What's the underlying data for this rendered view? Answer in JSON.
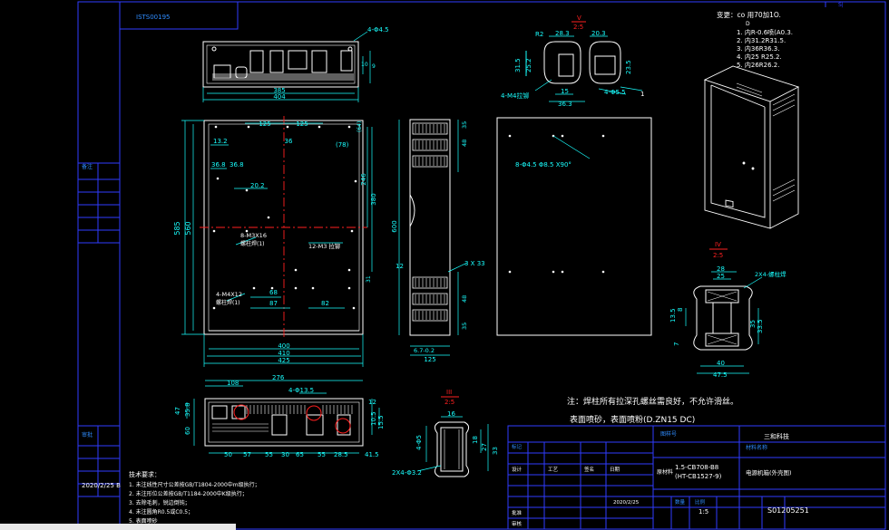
{
  "drawing": {
    "corner_code": "ISTS00195",
    "top_right_mark": "S|",
    "title_block": {
      "company": "三和科技",
      "drawing_no_label": "图样号",
      "material_label": "材料名称",
      "material_lines": [
        "1.5-CB708-B8",
        "(HT-CB1527-9)"
      ],
      "material_caption": "原材料",
      "part_name": "电源机箱(外壳图)",
      "mark_label": "标记",
      "process_label": "工艺",
      "designer_label": "设计",
      "signature_label": "签名",
      "date_label": "日期",
      "date": "2020/2/25",
      "quantity_label": "数量",
      "scale_label": "比例",
      "scale": "1:5",
      "part_number": "S01205251",
      "approval_label": "批准",
      "audit_label": "审核"
    },
    "left_column": {
      "label_remarks": "备注",
      "label_approved": "审批",
      "date_stamp": "2020/2/25 B"
    },
    "tech_requirements": {
      "title": "技术要求：",
      "items": [
        "1. 未注线性尺寸公差按GB/T1804-2000中m级执行；",
        "2. 未注形位公差按GB/T1184-2000中K级执行；",
        "3. 去除毛刺，锐边倒钝；",
        "4. 未注圆角R0.5或C0.5；",
        "5. 表面喷砂"
      ]
    },
    "notes": {
      "line1": "注：焊柱所有拉深孔螺丝需良好，不允许滑丝。",
      "line2": "表面喷砂，表面喷粉(D.ZN15 DC)"
    },
    "spec_list": {
      "header": "变更：co   用70加1O.",
      "sub": "D",
      "items": [
        "1. 内R-0.6喷(A0.3.",
        "2. 内31.2R31.5.",
        "3. 内36R36.3.",
        "4. 内25 R25.2.",
        "5. 内26R26.2."
      ]
    },
    "views": {
      "top_view": {
        "width_385": "385",
        "width_404": "404",
        "hole_note": "4-Φ4.5",
        "h_a": "10",
        "h_b": "9"
      },
      "front_view": {
        "overall_h": "585",
        "inner_h": "560",
        "d_380": "380",
        "d_246": "246",
        "w_400": "400",
        "w_410": "410",
        "w_425": "425",
        "top_dims": [
          "125",
          "125"
        ],
        "d_36": "36",
        "d_13_2": "13.2",
        "d_36_8a": "36.8",
        "d_36_8b": "36.8",
        "d_20_2": "20.2",
        "d_78": "(78)",
        "d_64": "(64)",
        "d_68": "68",
        "d_87": "87",
        "d_82": "82",
        "d_31": "31",
        "note_left": "8-M3X16",
        "note_left_sub": "螺柱焊(1)",
        "note_mid": "12-M3 拉铆",
        "note_bot": "4-M4X12",
        "note_bot_sub": "螺柱焊(1)"
      },
      "side_view": {
        "h_600": "600",
        "d_35": "35",
        "d_48": "48",
        "d_12": "12",
        "slot": "3 X 33",
        "d_67": "6.7-0.2",
        "d_125": "125",
        "d_48b": "48",
        "d_35b": "35"
      },
      "back_view": {
        "holes": "8-Φ4.5 Φ8.5 X90°"
      },
      "detail_v": {
        "label": "V",
        "scale": "2:5",
        "d_r2": "R2",
        "d_28_3": "28.3",
        "d_20_3": "20.3",
        "d_31_5": "31.5",
        "d_25_2": "25.2",
        "d_23_5": "23.5",
        "d_15": "15",
        "d_36_3": "36.3",
        "hole": "4-Φ5.5",
        "note": "4-M4拉铆",
        "callout": "1"
      },
      "detail_iv": {
        "label": "IV",
        "scale": "2:5",
        "d_28": "28",
        "d_25": "25",
        "d_13_5": "13.5",
        "d_8": "8",
        "d_33_5": "33.5",
        "d_35": "35",
        "d_7": "7",
        "d_40": "40",
        "d_47_5": "47.5",
        "note": "2X4-螺柱焊"
      },
      "detail_iii": {
        "label": "III",
        "scale": "2:5",
        "d_4_5": "4-Φ5",
        "d_33": "33",
        "d_27": "27",
        "d_18": "18",
        "d_16": "16",
        "note": "2X4-Φ3.2"
      },
      "bottom_view": {
        "d_108": "108",
        "d_276": "276",
        "hole": "4-Φ13.5",
        "d_47": "47",
        "d_35_8": "35.8",
        "d_60": "60",
        "d_12": "12",
        "d_10_5": "10.5",
        "d_15_5": "15.5",
        "chain": [
          "50",
          "57",
          "55",
          "30",
          "65",
          "55",
          "28.5",
          "41.5"
        ]
      }
    },
    "colors": {
      "line": "#ffffff",
      "dim": "#19ffff",
      "blue": "#2f3cff",
      "red": "#ff2020",
      "yellow": "#ffff00",
      "magenta": "#ff40ff",
      "green": "#30ff30"
    }
  }
}
